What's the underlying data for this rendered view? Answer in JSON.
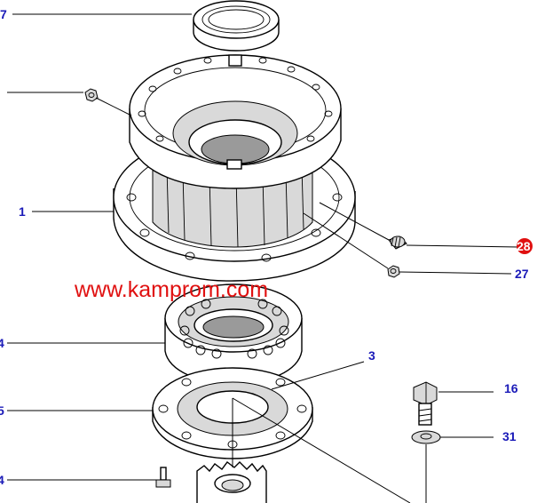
{
  "watermark": {
    "text": "www.kamprom.com",
    "color": "#e01010"
  },
  "callout_color": "#1a1ab8",
  "highlight_color": "#e01010",
  "callouts": {
    "c7": "7",
    "c1": "1",
    "c28": "28",
    "c27": "27",
    "c4": "4",
    "c3": "3",
    "c5": "5",
    "c16": "16",
    "c31": "31",
    "c24": "4"
  },
  "parts": {
    "seal": "seal-ring-icon",
    "hub": "hub-housing-icon",
    "plug": "plug-icon",
    "small_nut": "nut-icon",
    "bearing": "roller-bearing-icon",
    "retainer": "bearing-retainer-icon",
    "bolt": "bolt-icon",
    "washer": "washer-icon",
    "shaft": "splined-shaft-icon"
  }
}
